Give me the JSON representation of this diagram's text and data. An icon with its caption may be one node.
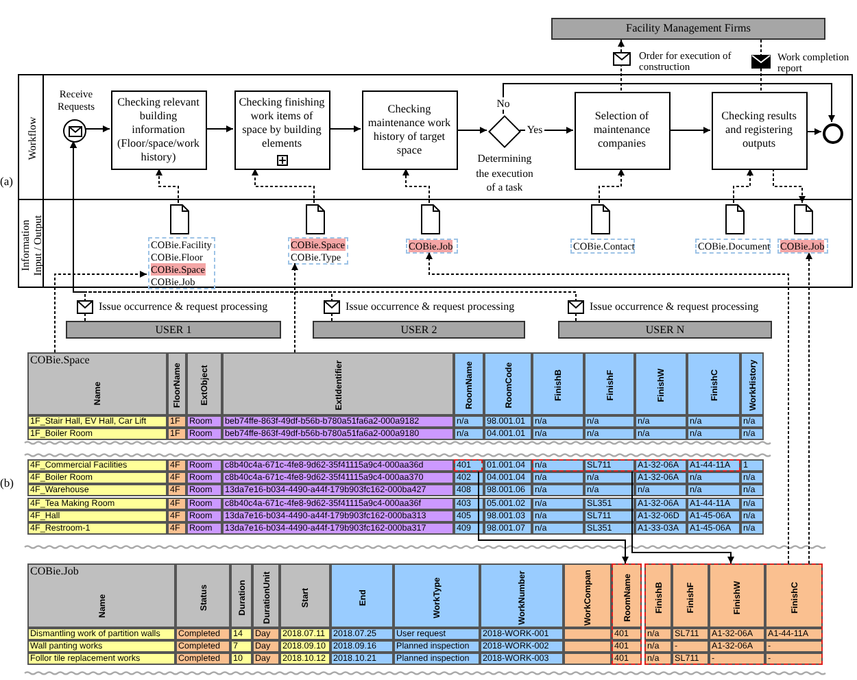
{
  "diagram": {
    "nodes": [
      {
        "text": [
          "Facility Management Firms"
        ]
      },
      {
        "text": [
          "Workflow"
        ]
      },
      {
        "text": [
          "Receive Requests"
        ],
        "in": 1
      },
      {
        "text": [
          "Checking relevant building information (Floor/space/work history)"
        ],
        "in": 1
      },
      {
        "text": [
          "Checking finishing work items of space by building elements"
        ],
        "in": 1
      },
      {
        "text": [
          "Checking maintenance work history of target space"
        ],
        "in": 1
      },
      {
        "text": [
          "Determining the execution of a task"
        ],
        "in": 1
      },
      {
        "text": [
          "Selection of maintenance companies"
        ],
        "in": 1
      },
      {
        "text": [
          "Checking results and registering outputs"
        ],
        "in": 1
      },
      {
        "text": [],
        "shape": "circle",
        "in": 1
      },
      {
        "text": [
          "Information Input / Output"
        ]
      },
      {
        "text": [
          "COBie.Facility",
          "COBie.Floor",
          "COBie.Space",
          "COBie.Job"
        ],
        "in": 10
      },
      {
        "text": [
          "COBie.Space",
          "COBie.Type"
        ],
        "in": 10
      },
      {
        "text": [
          "COBie.Job"
        ],
        "in": 10
      },
      {
        "text": [
          "COBie.Contact"
        ],
        "in": 10
      },
      {
        "text": [
          "COBie.Document"
        ],
        "in": 10
      },
      {
        "text": [
          "COBie.Job"
        ],
        "in": 10
      },
      {
        "text": [
          "USER 1"
        ],
        "beside": [
          "Issue occurrence & request processing"
        ]
      },
      {
        "text": [
          "USER 2"
        ],
        "beside": [
          "Issue occurrence & request processing"
        ]
      },
      {
        "text": [
          "USER N"
        ],
        "beside": [
          "Issue occurrence & request processing"
        ]
      },
      {
        "text": [
          "COBie.Space"
        ]
      },
      {
        "text": [],
        "shape": "box",
        "in": 20
      },
      {
        "text": [],
        "shape": "box",
        "in": 20
      },
      {
        "text": [
          "COBie.Job"
        ]
      },
      {
        "text": [],
        "shape": "box",
        "in": 23
      },
      {
        "text": [],
        "shape": "box",
        "in": 23
      }
    ],
    "edges": [
      {
        "from": 2,
        "to": 3,
        "arrow": "to"
      },
      {
        "from": 3,
        "to": 4,
        "arrow": "to"
      },
      {
        "from": 4,
        "to": 5,
        "arrow": "to"
      },
      {
        "from": 5,
        "to": 6,
        "arrow": "to"
      },
      {
        "from": 6,
        "to": 7,
        "arrow": "to",
        "label": "Yes"
      },
      {
        "from": 7,
        "to": 8,
        "arrow": "to"
      },
      {
        "from": 8,
        "to": 9,
        "arrow": "to"
      },
      {
        "from": 6,
        "to": 9,
        "arrow": "to",
        "label": "No"
      },
      {
        "from": 11,
        "to": 3,
        "arrow": "to",
        "style": "dashed"
      },
      {
        "from": 12,
        "to": 4,
        "arrow": "to",
        "style": "dashed"
      },
      {
        "from": 13,
        "to": 5,
        "arrow": "to",
        "style": "dashed"
      },
      {
        "from": 14,
        "to": 7,
        "arrow": "to",
        "style": "dashed"
      },
      {
        "from": 15,
        "to": 8,
        "arrow": "to",
        "style": "dashed"
      },
      {
        "from": 8,
        "to": 16,
        "arrow": "to",
        "style": "dashed"
      },
      {
        "from": 7,
        "to": 0,
        "arrow": "to",
        "style": "dashed",
        "label": "Order for execution of construction"
      },
      {
        "from": 0,
        "to": 8,
        "arrow": "none",
        "style": "dashed",
        "label": "Work completion report"
      },
      {
        "from": 17,
        "to": 2,
        "arrow": "to",
        "style": "dashed"
      },
      {
        "from": 18,
        "to": 2,
        "arrow": "to",
        "style": "dashed"
      },
      {
        "from": 19,
        "to": 2,
        "arrow": "to",
        "style": "dashed"
      },
      {
        "from": 20,
        "to": 11,
        "arrow": "to",
        "style": "dashed"
      },
      {
        "from": 20,
        "to": 12,
        "arrow": "to",
        "style": "dashed"
      },
      {
        "from": 23,
        "to": 13,
        "arrow": "to",
        "style": "dashed"
      },
      {
        "from": 23,
        "to": 16,
        "arrow": "to",
        "style": "dashed"
      },
      {
        "from": 21,
        "to": 24,
        "arrow": "to"
      },
      {
        "from": 22,
        "to": 25,
        "arrow": "to"
      }
    ],
    "labels": [
      "(a)",
      "(b)",
      "Name",
      "FloorName",
      "ExtObject",
      "ExtIdentifier",
      "RoomName",
      "RoomCode",
      "FinishB",
      "FinishF",
      "FinishW",
      "FinishC",
      "WorkHistory",
      "1F_Stair Hall, EV Hall, Car Lift",
      "1F",
      "Room",
      "beb74ffe-863f-49df-b56b-b780a51fa6a2-000a9182",
      "n/a",
      "98.001.01",
      "n/a",
      "n/a",
      "n/a",
      "n/a",
      "n/a",
      "1F_Boiler Room",
      "1F",
      "Room",
      "beb74ffe-863f-49df-b56b-b780a51fa6a2-000a9180",
      "n/a",
      "04.001.01",
      "n/a",
      "n/a",
      "n/a",
      "n/a",
      "n/a",
      "4F_Commercial Facilities",
      "4F",
      "Room",
      "c8b40c4a-671c-4fe8-9d62-35f41115a9c4-000aa36d",
      "401",
      "01.001.04",
      "n/a",
      "SL711",
      "A1-32-06A",
      "A1-44-11A",
      "1",
      "4F_Boiler Room",
      "4F",
      "Room",
      "c8b40c4a-671c-4fe8-9d62-35f41115a9c4-000aa370",
      "402",
      "04.001.04",
      "n/a",
      "n/a",
      "A1-32-06A",
      "n/a",
      "n/a",
      "4F_Warehouse",
      "4F",
      "Room",
      "13da7e16-b034-4490-a44f-179b903fc162-000ba427",
      "408",
      "98.001.06",
      "n/a",
      "n/a",
      "n/a",
      "n/a",
      "n/a",
      "4F_Tea Making Room",
      "4F",
      "Room",
      "c8b40c4a-671c-4fe8-9d62-35f41115a9c4-000aa36f",
      "403",
      "05.001.02",
      "n/a",
      "SL351",
      "A1-32-06A",
      "A1-44-11A",
      "n/a",
      "4F_Hall",
      "4F",
      "Room",
      "13da7e16-b034-4490-a44f-179b903fc162-000ba313",
      "405",
      "98.001.03",
      "n/a",
      "SL711",
      "A1-32-06D",
      "A1-45-06A",
      "n/a",
      "4F_Restroom-1",
      "4F",
      "Room",
      "13da7e16-b034-4490-a44f-179b903fc162-000ba317",
      "409",
      "98.001.07",
      "n/a",
      "SL351",
      "A1-33-03A",
      "A1-45-06A",
      "n/a",
      "Name",
      "Status",
      "Duration",
      "DurationUnit",
      "Start",
      "End",
      "WorkType",
      "WorkNumber",
      "WorkCompan",
      "RoomName",
      "FinishB",
      "FinishF",
      "FinishW",
      "FinishC",
      "Dismantling work of partition walls",
      "Completed",
      "14",
      "Day",
      "2018.07.11",
      "2018.07.25",
      "User request",
      "2018-WORK-001",
      "401",
      "n/a",
      "SL711",
      "A1-32-06A",
      "A1-44-11A",
      "Wall panting works",
      "Completed",
      "7",
      "Day",
      "2018.09.10",
      "2018.09.16",
      "Planned inspection",
      "2018-WORK-002",
      "401",
      "n/a",
      "-",
      "A1-32-06A",
      "-",
      "Follor tile replacement works",
      "Completed",
      "10",
      "Day",
      "2018.10.12",
      "2018.10.21",
      "Planned inspection",
      "2018-WORK-003",
      "401",
      "n/a",
      "SL711",
      "-",
      "-"
    ]
  }
}
